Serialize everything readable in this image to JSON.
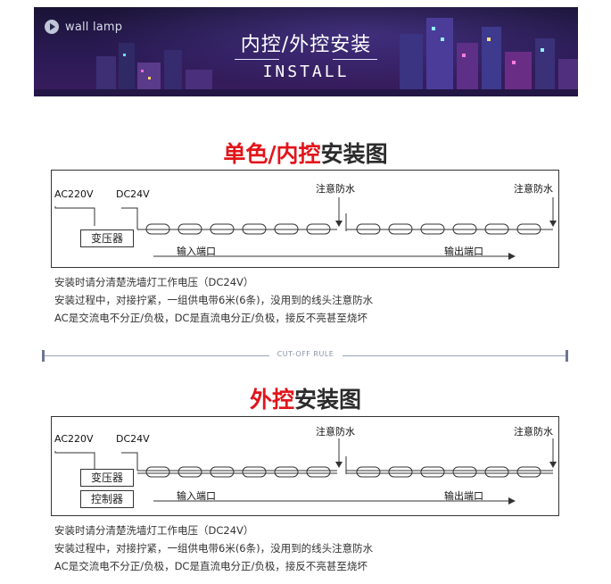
{
  "banner": {
    "brand": "wall lamp",
    "title_cn": "内控/外控安装",
    "title_en": "INSTALL"
  },
  "section1": {
    "heading_red": "单色/内控",
    "heading_black": "安装图",
    "ac_label": "AC220V",
    "dc_label": "DC24V",
    "waterproof_1": "注意防水",
    "waterproof_2": "注意防水",
    "transformer": "变压器",
    "input_port": "输入端口",
    "output_port": "输出端口",
    "notes": [
      "安装时请分清楚洗墙灯工作电压（DC24V）",
      "安装过程中，对接拧紧，一组供电带6米(6条)，没用到的线头注意防水",
      "AC是交流电不分正/负极，DC是直流电分正/负极，接反不亮甚至烧坏"
    ]
  },
  "divider": {
    "text": "CUT-OFF RULE"
  },
  "section2": {
    "heading_red": "外控",
    "heading_black": "安装图",
    "ac_label": "AC220V",
    "dc_label": "DC24V",
    "waterproof_1": "注意防水",
    "waterproof_2": "注意防水",
    "transformer": "变压器",
    "controller": "控制器",
    "input_port": "输入端口",
    "output_port": "输出端口",
    "notes": [
      "安装时请分清楚洗墙灯工作电压（DC24V）",
      "安装过程中，对接拧紧，一组供电带6米(6条)，没用到的线头注意防水",
      "AC是交流电不分正/负极，DC是直流电分正/负极，接反不亮甚至烧坏"
    ]
  },
  "colors": {
    "accent_red": "#e1151b",
    "banner_bg": "#2b1a55"
  }
}
